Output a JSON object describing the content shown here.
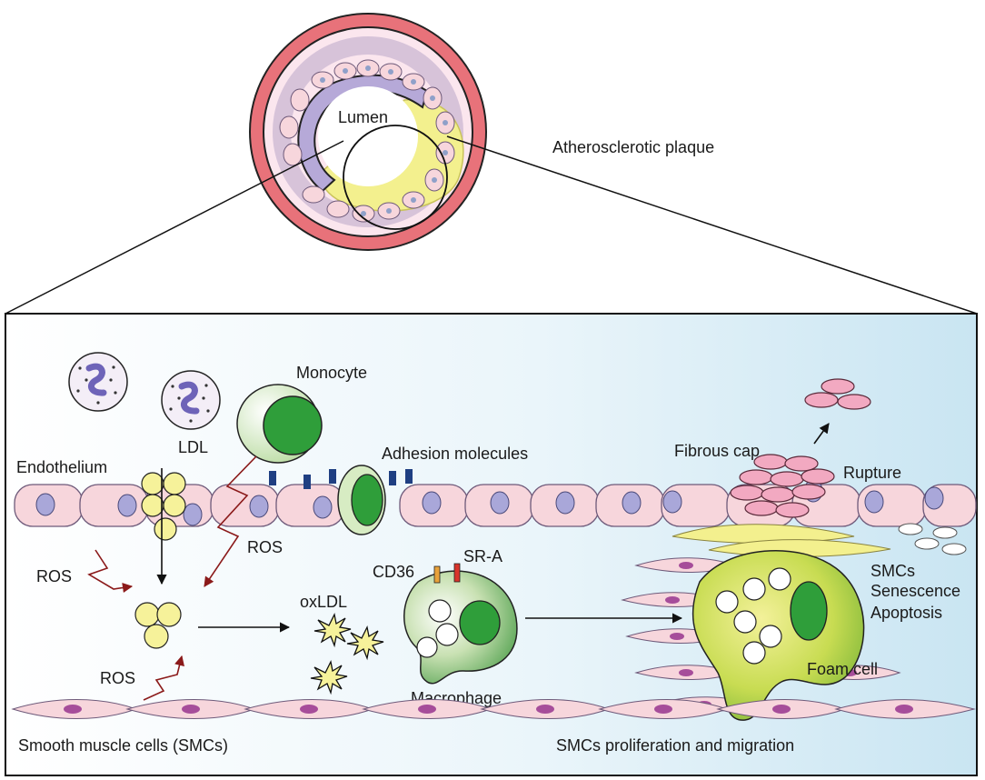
{
  "figure": {
    "labels": {
      "lumen": "Lumen",
      "atherosclerotic_plaque": "Atherosclerotic plaque",
      "monocyte": "Monocyte",
      "ldl": "LDL",
      "endothelium": "Endothelium",
      "adhesion_molecules": "Adhesion molecules",
      "fibrous_cap": "Fibrous cap",
      "rupture": "Rupture",
      "ros_1": "ROS",
      "ros_2": "ROS",
      "ros_3": "ROS",
      "cd36": "CD36",
      "sr_a": "SR-A",
      "oxldl": "oxLDL",
      "macrophage": "Macrophage",
      "smcs": "SMCs",
      "senescence": "Senescence",
      "apoptosis": "Apoptosis",
      "foam_cell": "Foam cell",
      "smooth_muscle_cells": "Smooth muscle cells (SMCs)",
      "smcs_proliferation": "SMCs proliferation and migration"
    },
    "colors": {
      "vessel_wall": "#e8727a",
      "vessel_inner": "#fbe6ee",
      "endothelial_cell": "#f7d6dc",
      "nucleus": "#a9a7d9",
      "ldl_particle": "#f6f29a",
      "monocyte_body": "#d7ecc3",
      "monocyte_nucleus": "#2f9e3a",
      "adhesion_molecule": "#1f3f82",
      "ros_arrow": "#8b1a1a",
      "smc_nucleus": "#a64d9a",
      "fibrous_cap_cell": "#f2a9c1",
      "foam_cell_body": "#d6e26a",
      "panel_bg_start": "#ffffff",
      "panel_bg_end": "#cfe8f4"
    }
  }
}
